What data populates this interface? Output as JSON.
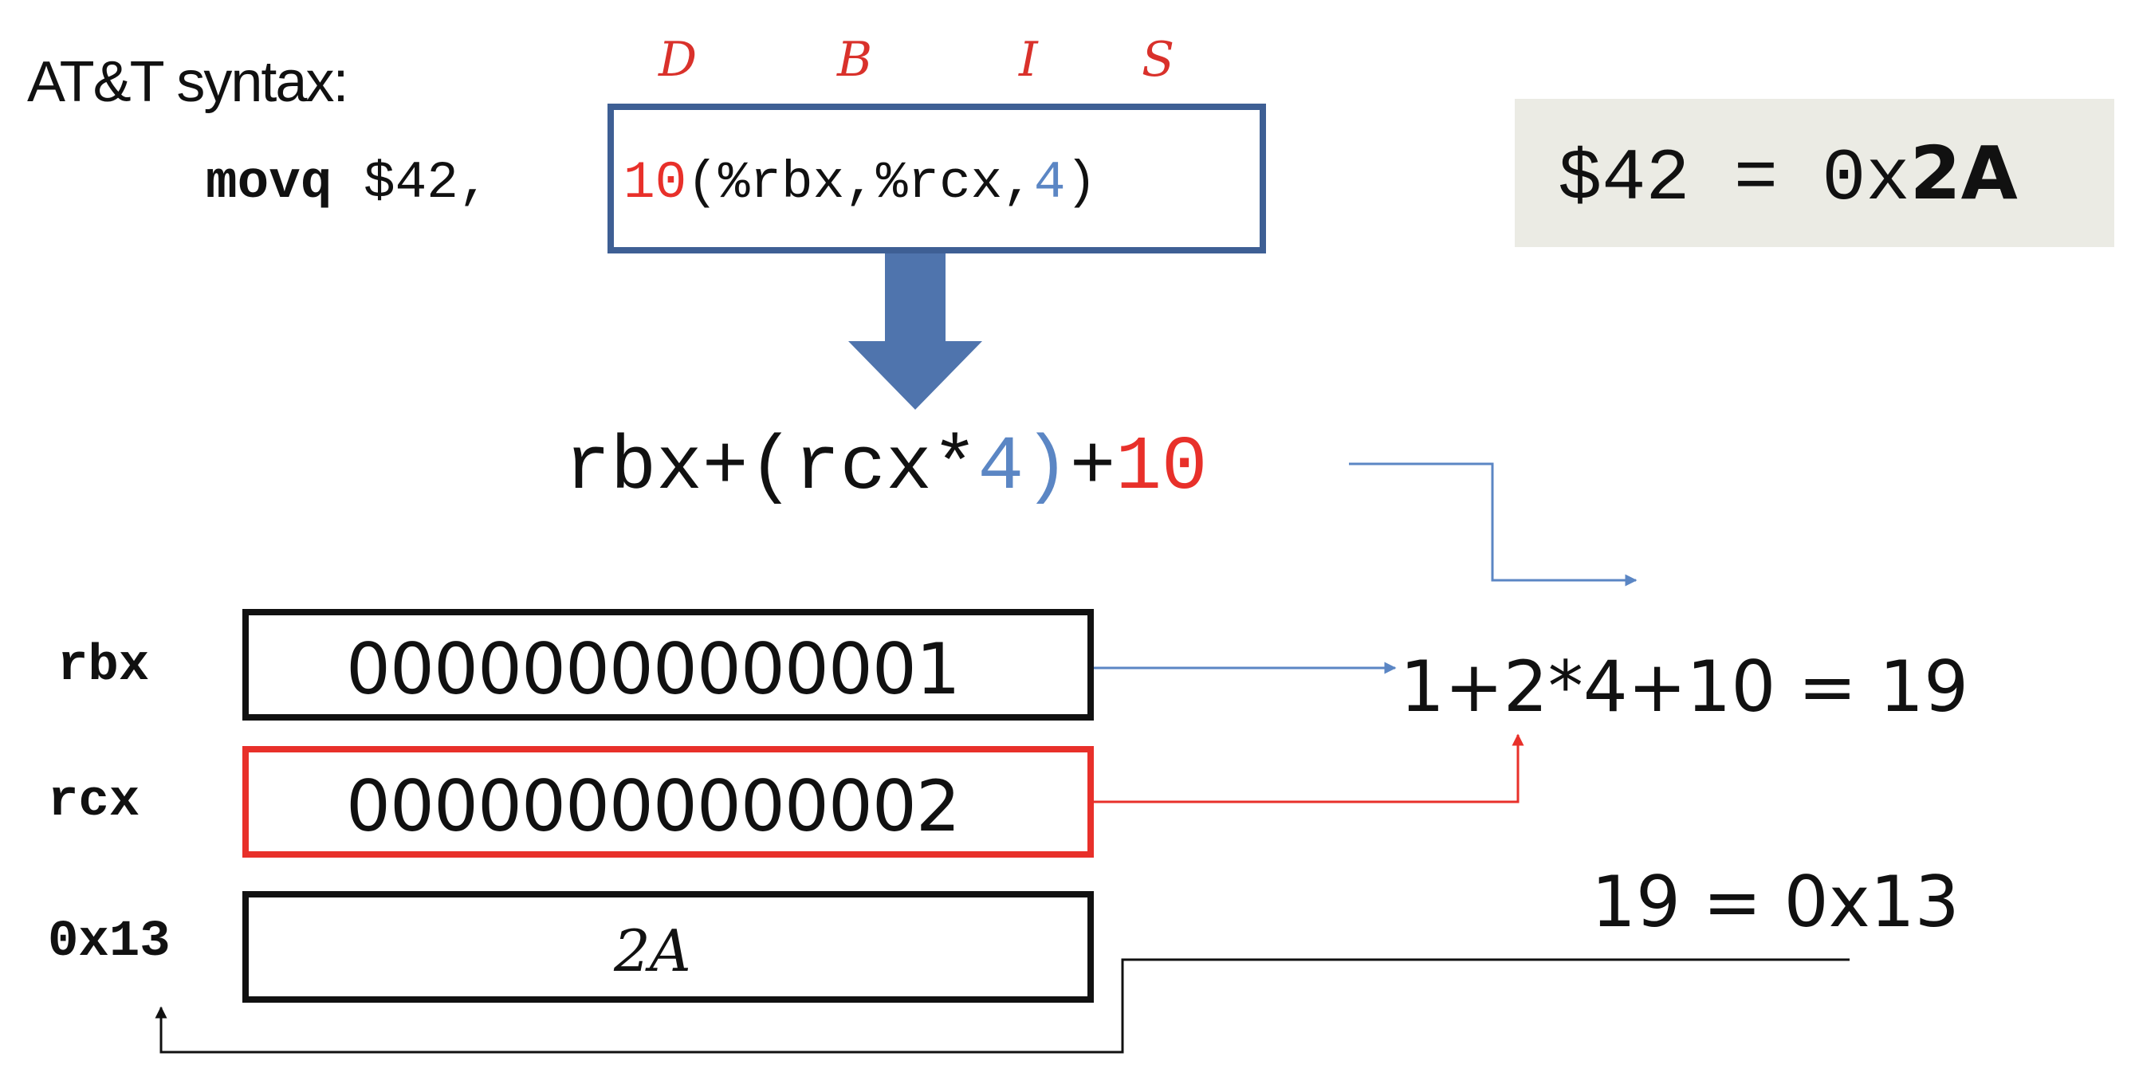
{
  "syntax_label": "AT&T syntax:",
  "operand_roles": {
    "d": "D",
    "b": "B",
    "i": "I",
    "s": "S"
  },
  "instruction": {
    "mnemonic": "movq",
    "immediate": "$42,",
    "displacement": "10",
    "base_index": "(%rbx,%rcx,",
    "scale": "4",
    "close": ")"
  },
  "hex_note": {
    "prefix": "$42 = 0x",
    "hex": "2A"
  },
  "formula": {
    "prefix": "rbx+(rcx*",
    "scale": "4)",
    "plus": "+",
    "displacement": "10"
  },
  "registers": [
    {
      "label": "rbx",
      "value": "00000000000001"
    },
    {
      "label": "rcx",
      "value": "00000000000002"
    },
    {
      "label": "0x13",
      "value": "2A"
    }
  ],
  "calculation": "1+2*4+10 = 19",
  "hex_result": "19 = 0x13",
  "colors": {
    "displacement": "#e8302a",
    "scale": "#5b86c4",
    "box_border": "#3e5f94",
    "arrow_fill": "#4f74ad",
    "rcx_highlight": "#e8302a"
  }
}
